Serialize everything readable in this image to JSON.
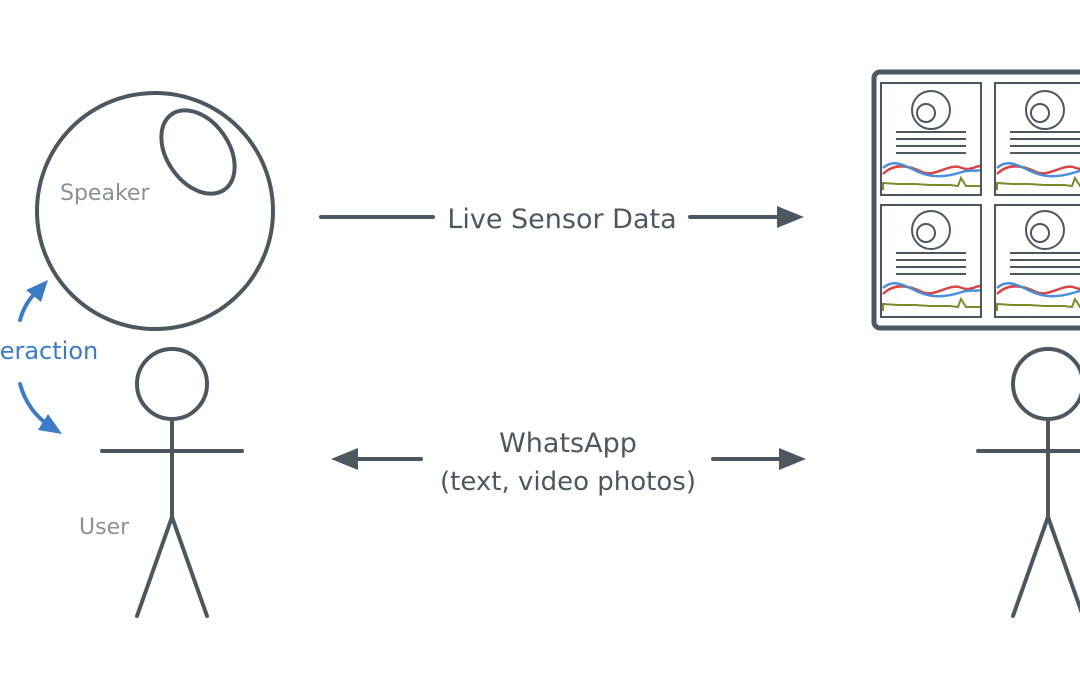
{
  "speaker": {
    "label": "Speaker"
  },
  "user": {
    "label": "User"
  },
  "interaction": {
    "label": "Interaction"
  },
  "live_sensor": {
    "label": "Live Sensor Data"
  },
  "whatsapp": {
    "title": "WhatsApp",
    "subtitle": "(text, video photos)"
  },
  "colors": {
    "ink": "#4c5861",
    "label_gray": "#8a9196",
    "accent_blue": "#3b7cc4",
    "chart_red": "#d64545",
    "chart_blue": "#4a8fd6",
    "chart_olive": "#7c8a2a"
  }
}
